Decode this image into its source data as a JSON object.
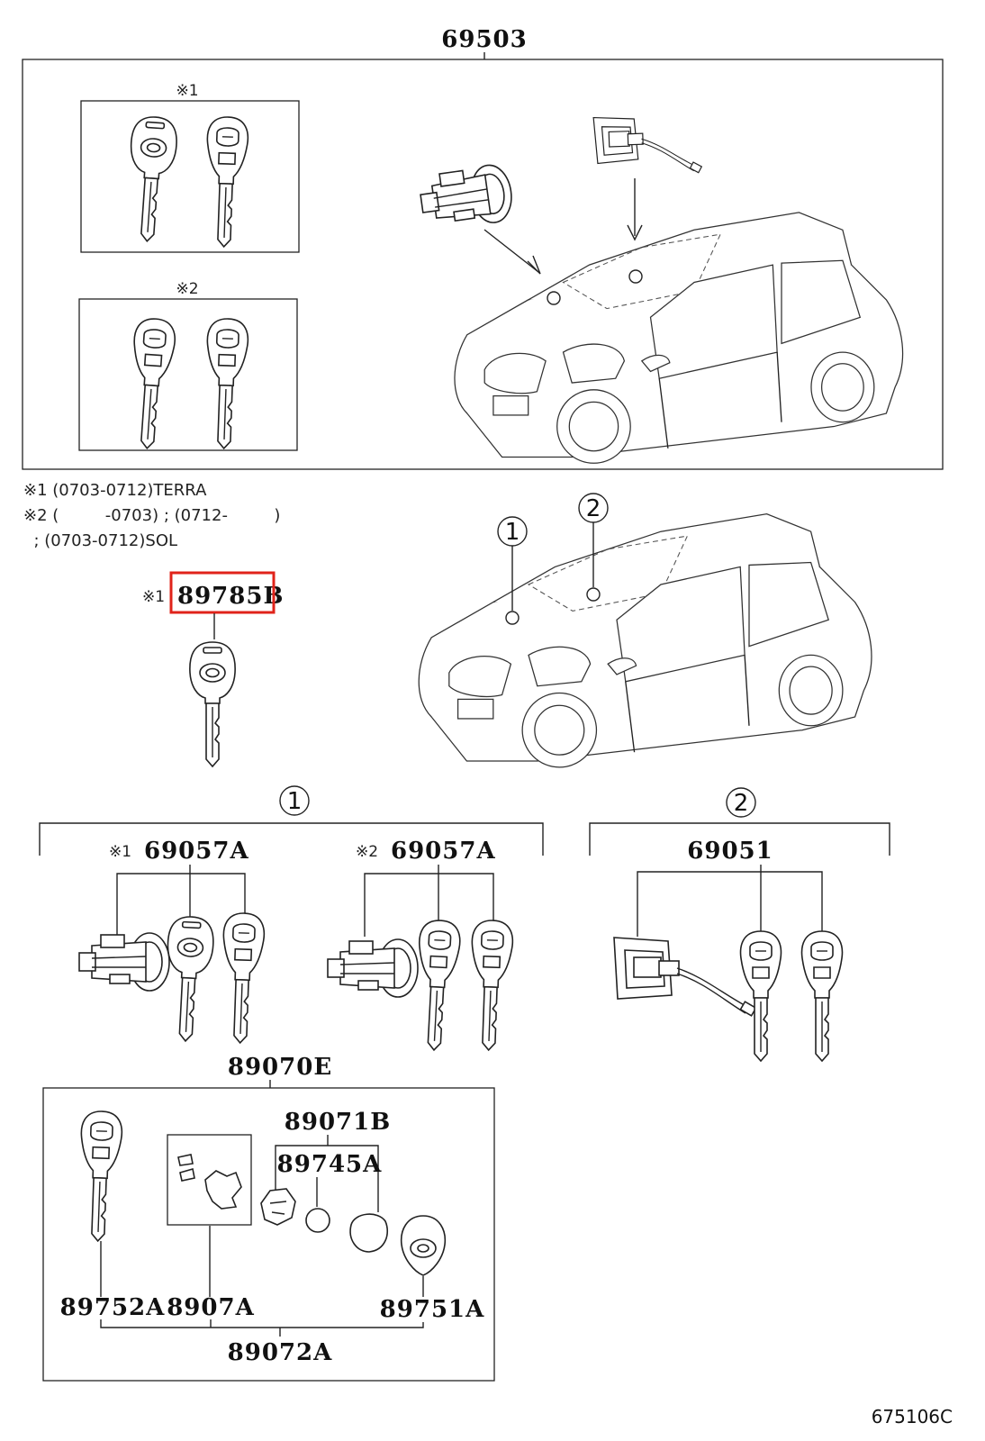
{
  "diagram": {
    "top_assembly": {
      "part_number": "69503",
      "group1_mark": "※1",
      "group2_mark": "※2"
    },
    "notes": [
      "※1 (0703-0712)TERRA",
      "※2 (         -0703) ; (0712-         )",
      "  ; (0703-0712)SOL"
    ],
    "selected_part": {
      "mark": "※1",
      "part_number": "89785B"
    },
    "callouts": {
      "c1": "1",
      "c2": "2"
    },
    "group1": {
      "callout": "1",
      "left": {
        "mark": "※1",
        "part_number": "69057A"
      },
      "right": {
        "mark": "※2",
        "part_number": "69057A"
      }
    },
    "group2": {
      "callout": "2",
      "part_number": "69051"
    },
    "kit": {
      "part_number": "89070E",
      "parts": {
        "p89071B": "89071B",
        "p89745A": "89745A",
        "p89752A": "89752A",
        "p8907A": "8907A",
        "p89751A": "89751A",
        "p89072A": "89072A"
      }
    },
    "figure_code": "675106C"
  }
}
